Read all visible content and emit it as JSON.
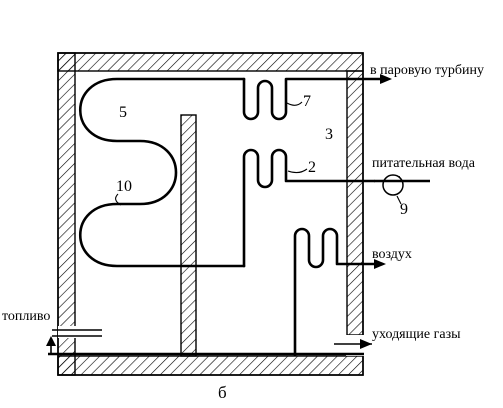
{
  "diagram": {
    "outputs": {
      "steam_to_turbine": "в паровую турбину",
      "feed_water": "питательная вода",
      "air": "воздух",
      "flue_gases": "уходящие газы",
      "fuel": "топливо"
    },
    "callouts": {
      "n5": "5",
      "n7": "7",
      "n3": "3",
      "n2": "2",
      "n9": "9",
      "n10": "10"
    },
    "caption": "б"
  }
}
